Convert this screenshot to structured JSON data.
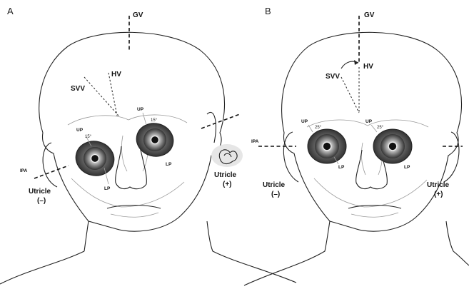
{
  "panel_a": {
    "letter": "A",
    "gv": "GV",
    "hv": "HV",
    "svv": "SVV",
    "ipa": "IPA",
    "up_left": "UP",
    "up_right": "UP",
    "angle_left": "15°",
    "angle_right": "15°",
    "lp_left": "LP",
    "lp_right": "LP",
    "utricle_left": "Utricle",
    "utricle_left_sign": "(–)",
    "utricle_right": "Utricle",
    "utricle_right_sign": "(+)"
  },
  "panel_b": {
    "letter": "B",
    "gv": "GV",
    "hv": "HV",
    "svv": "SVV",
    "ipa": "IPA",
    "up_left": "UP",
    "up_right": "UP",
    "angle_left": "25°",
    "angle_right": "25°",
    "lp_left": "LP",
    "lp_right": "LP",
    "utricle_left": "Utricle",
    "utricle_left_sign": "(–)",
    "utricle_right": "Utricle",
    "utricle_right_sign": "(+)"
  },
  "colors": {
    "line": "#222222",
    "iris": "#8a8a8a",
    "pupil": "#1a1a1a",
    "fill_shadow": "#555555"
  }
}
